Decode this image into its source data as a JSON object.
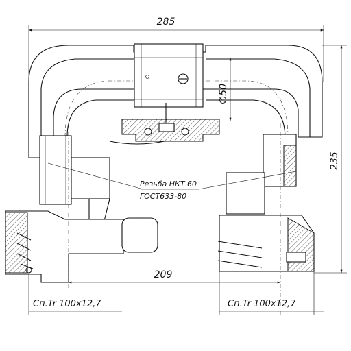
{
  "dimensions": {
    "overall_width": "285",
    "bore": "∅50",
    "height": "235",
    "center_distance": "209"
  },
  "notes": {
    "thread_line1": "Резьба НКТ 60",
    "thread_line2": "ГОСТ633-80"
  },
  "threads": {
    "left": "Cп.Tr 100x12,7",
    "right": "Cп.Tr 100x12,7"
  }
}
